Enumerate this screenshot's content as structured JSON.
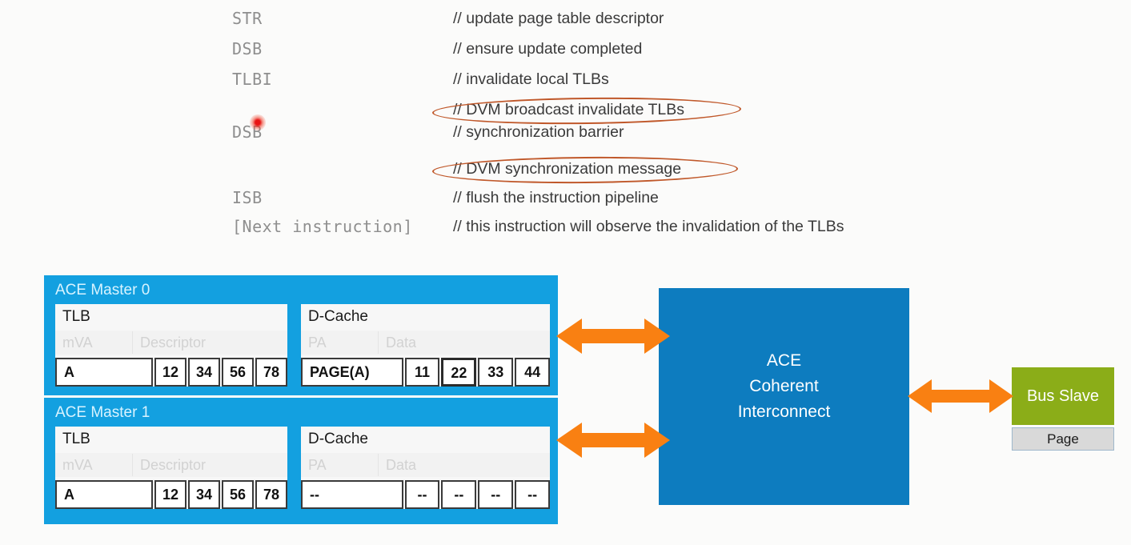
{
  "code_listing": [
    {
      "mnemonic": "STR",
      "comment": "// update page table descriptor"
    },
    {
      "mnemonic": "DSB",
      "comment": "// ensure update completed"
    },
    {
      "mnemonic": "TLBI",
      "comment": "// invalidate local TLBs"
    },
    {
      "mnemonic": "",
      "comment": "// DVM broadcast invalidate TLBs"
    },
    {
      "mnemonic": "DSB",
      "comment": "// synchronization barrier"
    },
    {
      "mnemonic": "",
      "comment": "// DVM synchronization message"
    },
    {
      "mnemonic": "ISB",
      "comment": "// flush the instruction pipeline"
    },
    {
      "mnemonic": "[Next instruction]",
      "comment": "// this instruction will observe the invalidation of the TLBs"
    }
  ],
  "masters": [
    {
      "title": "ACE Master 0",
      "tlb": {
        "title": "TLB",
        "headers": [
          "mVA",
          "Descriptor"
        ],
        "key": "A",
        "values": [
          "12",
          "34",
          "56",
          "78"
        ]
      },
      "cache": {
        "title": "D-Cache",
        "headers": [
          "PA",
          "Data"
        ],
        "key": "PAGE(A)",
        "values": [
          "11",
          "22",
          "33",
          "44"
        ],
        "highlight_index": 1
      }
    },
    {
      "title": "ACE Master 1",
      "tlb": {
        "title": "TLB",
        "headers": [
          "mVA",
          "Descriptor"
        ],
        "key": "A",
        "values": [
          "12",
          "34",
          "56",
          "78"
        ]
      },
      "cache": {
        "title": "D-Cache",
        "headers": [
          "PA",
          "Data"
        ],
        "key": "--",
        "values": [
          "--",
          "--",
          "--",
          "--"
        ],
        "highlight_index": -1
      }
    }
  ],
  "interconnect": {
    "line1": "ACE",
    "line2": "Coherent",
    "line3": "Interconnect"
  },
  "bus_slave": {
    "label": "Bus Slave",
    "page_label": "Page"
  },
  "colors": {
    "master_panel": "#13a0e0",
    "interconnect": "#0d7cbf",
    "bus_slave": "#8bad18",
    "arrow": "#f98012",
    "annotation_ellipse": "#c0582a",
    "pointer_dot": "#e81414"
  }
}
